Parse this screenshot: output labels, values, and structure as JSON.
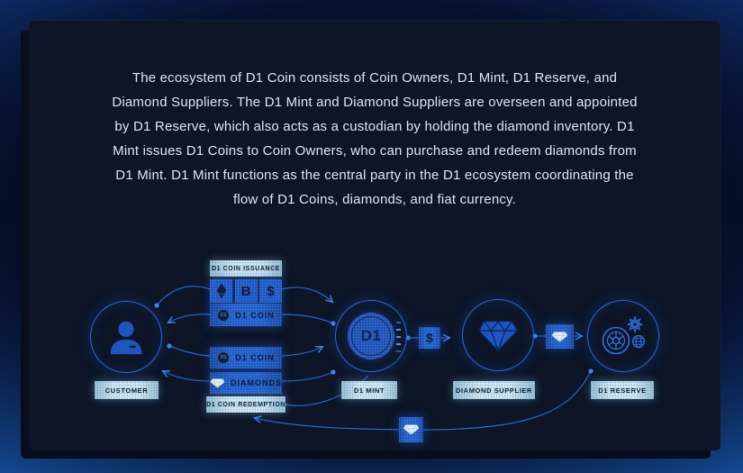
{
  "intro": {
    "lines": [
      "The ecosystem of D1 Coin consists of Coin Owners, D1 Mint, D1 Reserve, and",
      "Diamond Suppliers. The D1 Mint and Diamond Suppliers are overseen and appointed",
      "by D1 Reserve, which also acts as a custodian by holding the diamond inventory. D1",
      "Mint issues D1 Coins to Coin Owners, who can purchase and redeem diamonds from",
      "D1 Mint. D1 Mint functions as the central party in the D1 ecosystem coordinating the",
      "flow of D1 Coins, diamonds, and fiat currency."
    ]
  },
  "diagram": {
    "issuance": {
      "header": "D1 COIN ISSUANCE",
      "currencies": [
        {
          "name": "ethereum"
        },
        {
          "name": "bitcoin",
          "symbol": "B"
        },
        {
          "name": "dollar",
          "symbol": "$"
        }
      ],
      "coin_label": "D1 COIN",
      "coin_symbol": "D1"
    },
    "redemption": {
      "coin_label": "D1 COIN",
      "coin_symbol": "D1",
      "diamonds_label": "DIAMONDS",
      "footer": "D1 COIN REDEMPTION"
    },
    "nodes": {
      "customer": {
        "label": "CUSTOMER"
      },
      "mint": {
        "label": "D1 MINT",
        "coin_symbol": "D1"
      },
      "supplier": {
        "label": "DIAMOND SUPPLIER"
      },
      "reserve": {
        "label": "D1 RESERVE"
      }
    },
    "connectors": {
      "fiat_symbol": "$"
    }
  },
  "colors": {
    "accent_blue": "#2a66d8",
    "box_blue": "#1d55c0",
    "label_light": "#bcdcea",
    "panel_bg": "#0d1526",
    "body_text": "#dde6ef",
    "curve_blue": "#2b63cf"
  }
}
